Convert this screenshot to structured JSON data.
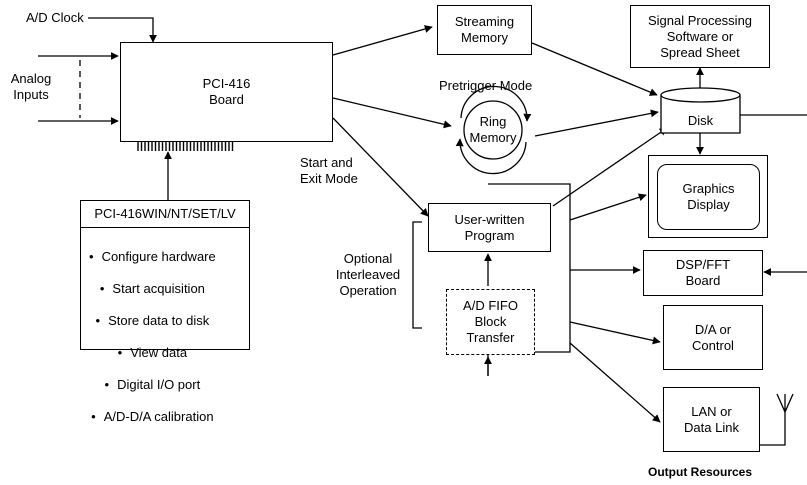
{
  "ad_clock": "A/D Clock",
  "analog_inputs": "Analog\nInputs",
  "board": "PCI-416\nBoard",
  "software": {
    "title": "PCI-416WIN/NT/SET/LV",
    "features": [
      "Configure hardware",
      "Start acquisition",
      "Store data to disk",
      "View data",
      "Digital I/O port",
      "A/D-D/A calibration"
    ]
  },
  "streaming_memory": "Streaming\nMemory",
  "pretrigger_mode": "Pretrigger Mode",
  "ring_memory": "Ring\nMemory",
  "start_exit_mode": "Start and\nExit Mode",
  "optional_operation": "Optional\nInterleaved\nOperation",
  "user_program": "User-written\nProgram",
  "fifo_transfer": "A/D FIFO\nBlock\nTransfer",
  "signal_processing": "Signal Processing\nSoftware or\nSpread Sheet",
  "disk": "Disk",
  "graphics_display": "Graphics\nDisplay",
  "dsp_fft": "DSP/FFT\nBoard",
  "da_control": "D/A or\nControl",
  "lan_link": "LAN or\nData Link",
  "output_resources": "Output Resources"
}
